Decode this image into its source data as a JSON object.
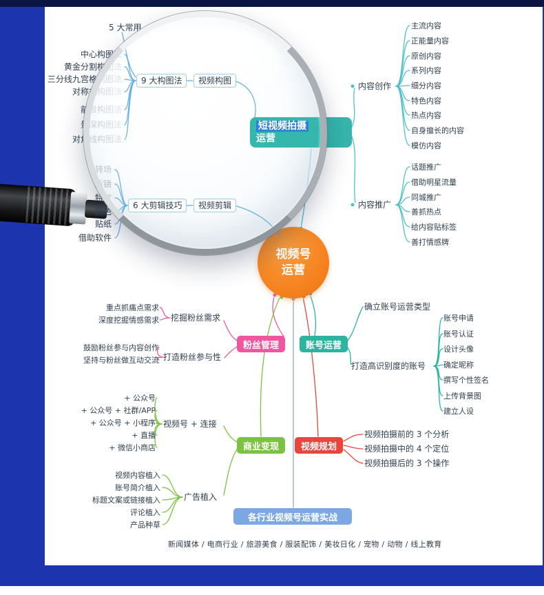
{
  "colors": {
    "outer_blue": "#1c34ae",
    "top_strip": "#0a1544",
    "center_orange": "#f5821f",
    "teal_branch": "#4fc0cd",
    "pink_branch": "#f0569f",
    "account_teal": "#2bb5a0",
    "green_branch": "#7cc242",
    "red_branch": "#e8453c",
    "industry_blue": "#7ba8e2",
    "top_node_teal": "#35b7ae",
    "top_node_highlight": "#2d81d8",
    "lens_line_blue": "#63aee6"
  },
  "center_node": {
    "line1": "视频号",
    "line2": "运营"
  },
  "top_node": {
    "highlight": "短视频拍摄",
    "rest": "运营"
  },
  "lens": {
    "label_top": "5 大常用",
    "composition_node": "9 大构图法",
    "composition_target": "视频构图",
    "composition_items": [
      "中心构图法",
      "黄金分割构图法",
      "三分线九宫格构图法",
      "对称式构图法",
      "前景构图法",
      "景深构图法",
      "对角线构图法"
    ],
    "editing_node": "6 大剪辑技巧",
    "editing_target": "视频剪辑",
    "editing_items": [
      "转场",
      "运镜",
      "特效",
      "调色",
      "贴纸",
      "借助软件"
    ]
  },
  "content_creation": {
    "label": "内容创作",
    "items": [
      "主流内容",
      "正能量内容",
      "原创内容",
      "系列内容",
      "细分内容",
      "特色内容",
      "热点内容",
      "自身擅长的内容",
      "模仿内容"
    ]
  },
  "content_promotion": {
    "label": "内容推广",
    "items": [
      "话题推广",
      "借助明星流量",
      "同城推广",
      "善抓热点",
      "给内容贴标签",
      "善打情感牌"
    ]
  },
  "fans": {
    "label": "粉丝管理",
    "sub1": {
      "label": "挖掘粉丝需求",
      "items": [
        "重点抓痛点需求",
        "深度挖掘情感需求"
      ]
    },
    "sub2": {
      "label": "打造粉丝参与性",
      "items": [
        "鼓励粉丝参与内容创作",
        "坚持与粉丝做互动交流"
      ]
    }
  },
  "account": {
    "label": "账号运营",
    "sub1": {
      "label": "确立账号运营类型"
    },
    "sub2": {
      "label": "打造高识别度的账号",
      "items": [
        "账号申请",
        "账号认证",
        "设计头像",
        "确定昵称",
        "撰写个性签名",
        "上传背景图",
        "建立人设"
      ]
    }
  },
  "commerce": {
    "label": "商业变现",
    "sub1": {
      "label": "视频号 + 连接",
      "items": [
        "+ 公众号",
        "+ 公众号 + 社群/APP",
        "+ 公众号 + 小程序",
        "+ 直播",
        "+ 微信小商店"
      ]
    },
    "sub2": {
      "label": "广告植入",
      "items": [
        "视频内容植入",
        "账号简介植入",
        "标题文案或链接植入",
        "评论植入",
        "产品种草"
      ]
    }
  },
  "planning": {
    "label": "视频规划",
    "items": [
      "视频拍摄前的 3 个分析",
      "视频拍摄中的 4 个定位",
      "视频拍摄后的 3 个操作"
    ]
  },
  "industry": {
    "label": "各行业视频号运营实战"
  },
  "footer": {
    "text": "新闻媒体 / 电商行业 / 旅游美食 / 服装配饰 / 美妆日化 / 宠物 / 动物 / 线上教育"
  }
}
